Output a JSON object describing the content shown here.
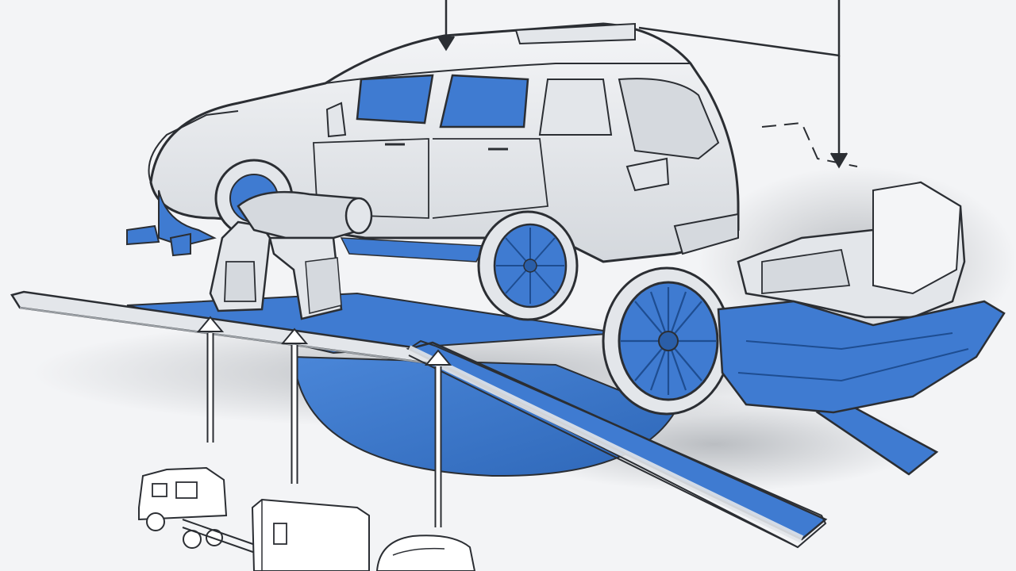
{
  "illustration": {
    "style": "technical sketch",
    "colors": {
      "background": "#f3f4f6",
      "accent": "#3f7bd1",
      "accent_dark": "#2a5ea8",
      "ink": "#2b2e33",
      "body": "#e3e6ea",
      "panel": "#d5d9de",
      "shadow": "#9ea3a8"
    },
    "parts": [
      {
        "name": "suv-body"
      },
      {
        "name": "rear-wheel"
      },
      {
        "name": "front-wheel"
      },
      {
        "name": "detached-wheel"
      },
      {
        "name": "detached-rear-chassis"
      },
      {
        "name": "hydraulic-lift-unit"
      },
      {
        "name": "loading-ramp-left"
      },
      {
        "name": "loading-ramp-right"
      },
      {
        "name": "turntable-platform"
      },
      {
        "name": "tow-truck"
      },
      {
        "name": "trailer-box"
      },
      {
        "name": "trailer-dome"
      }
    ],
    "arrows": {
      "down": 2,
      "up": 3
    }
  }
}
